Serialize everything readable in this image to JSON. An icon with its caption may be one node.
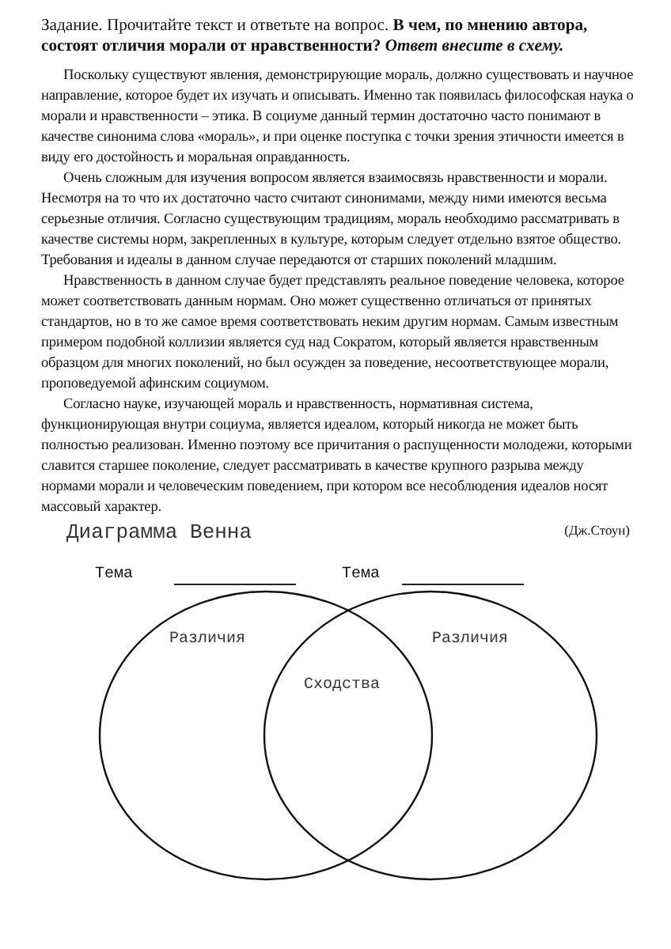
{
  "diagram": {
    "nodes": [
      {
        "text": [
          "Тема",
          "Различия"
        ]
      },
      {
        "text": [
          "Тема",
          "Различия"
        ]
      }
    ],
    "labels": [
      "Задание. Прочитайте текст и ответьте на вопрос. **В чем, по мнению автора, состоят отличия морали от нравственности?** *Ответ внесите в схему.*",
      "Поскольку существуют явления, демонстрирующие мораль, должно существовать и научное направление, которое будет их изучать и описывать. Именно так появилась философская наука о морали и нравственности – этика. В социуме данный термин достаточно часто понимают в качестве синонима слова «мораль», и при оценке поступка с точки зрения этичности имеется в виду его достойность и моральная оправданность.",
      "Очень сложным для изучения вопросом является взаимосвязь нравственности и морали. Несмотря на то что их достаточно часто считают синонимами, между ними имеются весьма серьезные отличия. Согласно существующим традициям, мораль необходимо рассматривать в качестве системы норм, закрепленных в культуре, которым следует отдельно взятое общество. Требования и идеалы в данном случае передаются от старших поколений младшим.",
      "Нравственность в данном случае будет представлять реальное поведение человека, которое может соответствовать данным нормам. Оно может существенно отличаться от принятых стандартов, но в то же самое время соответствовать неким другим нормам. Самым известным примером подобной коллизии является суд над Сократом, который является нравственным образцом для многих поколений, но был осужден за поведение, несоответствующее морали, проповедуемой афинским социумом.",
      "Согласно науке, изучающей мораль и нравственность, нормативная система, функционирующая внутри социума, является идеалом, который никогда не может быть полностью реализован. Именно поэтому все причитания о распущенности молодежи, которыми славится старшее поколение, следует рассматривать в качестве крупного разрыва между нормами морали и человеческим поведением, при котором все несоблюдения идеалов носят массовый характер.",
      "(Дж.Стоун)",
      "Сходства"
    ],
    "title": "Диаграмма Венна"
  }
}
